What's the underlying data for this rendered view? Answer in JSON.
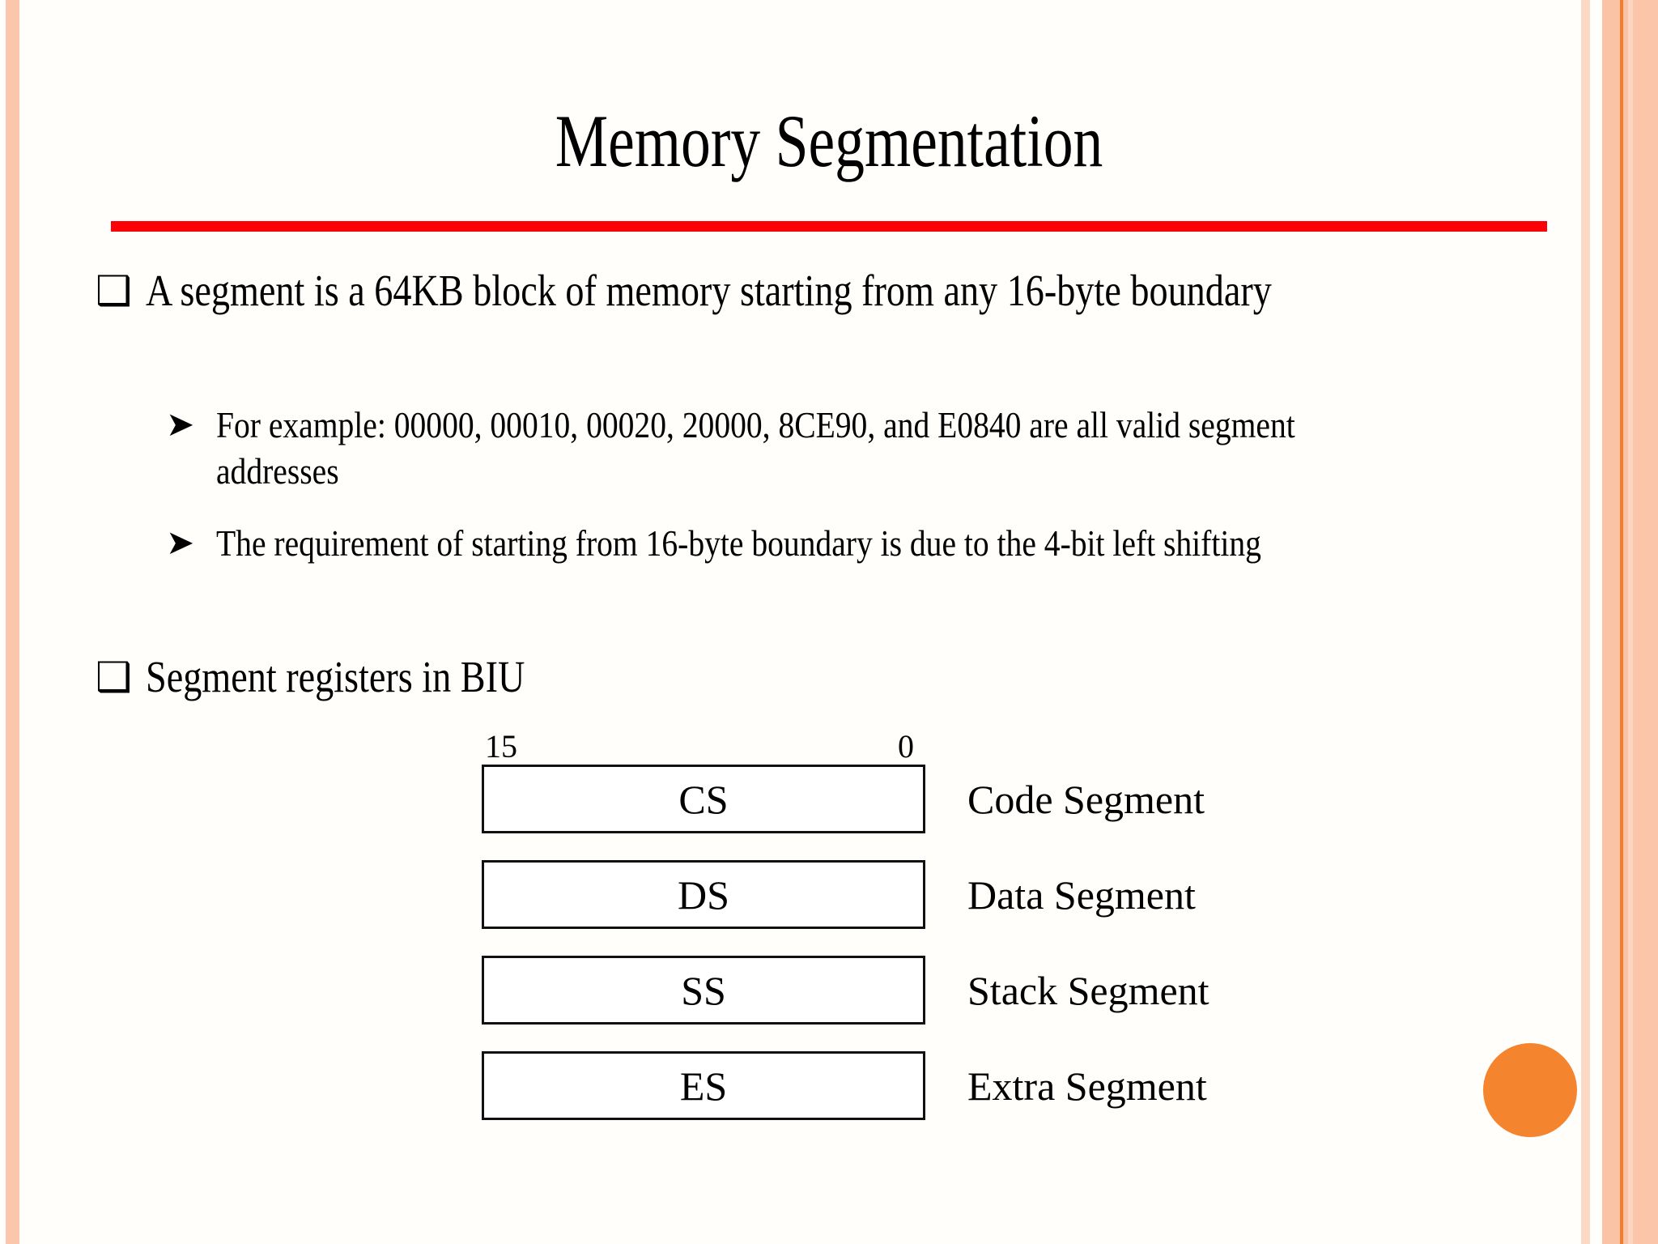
{
  "slide": {
    "title": "Memory Segmentation",
    "accent_rule_color": "#FB0007",
    "accent_dot_color": "#F5842F",
    "border_stripe_color": "#FBC5A9",
    "background_color": "#FFFEFB"
  },
  "bullets": [
    {
      "marker": "❑",
      "text": "A segment is a 64KB block of memory starting from any 16-byte boundary",
      "sub": [
        {
          "marker": "➤",
          "text": "For example: 00000, 00010, 00020, 20000, 8CE90, and E0840  are all valid segment addresses"
        },
        {
          "marker": "➤",
          "text": "The requirement of starting from 16-byte boundary is due to the 4-bit left shifting"
        }
      ]
    },
    {
      "marker": "❑",
      "text": "Segment registers in BIU",
      "sub": []
    }
  ],
  "diagram": {
    "bit_high": "15",
    "bit_low": "0",
    "registers": [
      {
        "name": "CS",
        "label": "Code Segment"
      },
      {
        "name": "DS",
        "label": "Data Segment"
      },
      {
        "name": "SS",
        "label": "Stack Segment"
      },
      {
        "name": "ES",
        "label": "Extra Segment"
      }
    ]
  }
}
